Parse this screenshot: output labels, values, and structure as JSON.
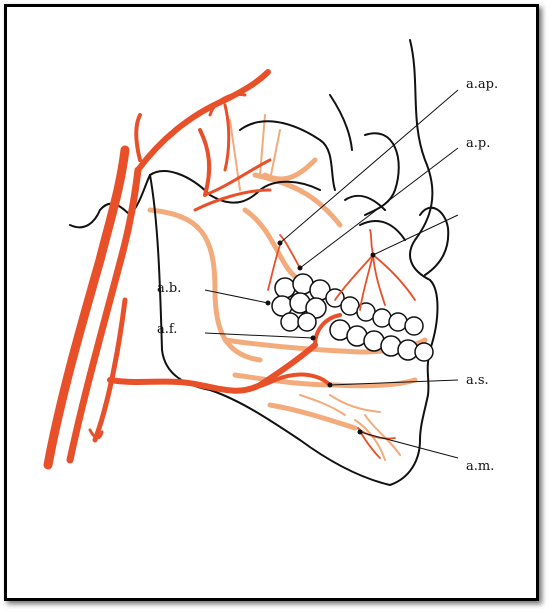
{
  "figure": {
    "colors": {
      "artery": "#e8502a",
      "artery_light": "#f3ab7c",
      "outline": "#111111",
      "leader": "#111111"
    },
    "labels": {
      "a_ap": "a.ap.",
      "a_p": "a.p.",
      "a_b": "a.b.",
      "a_f": "a.f.",
      "a_s": "a.s.",
      "a_m": "a.m."
    }
  }
}
